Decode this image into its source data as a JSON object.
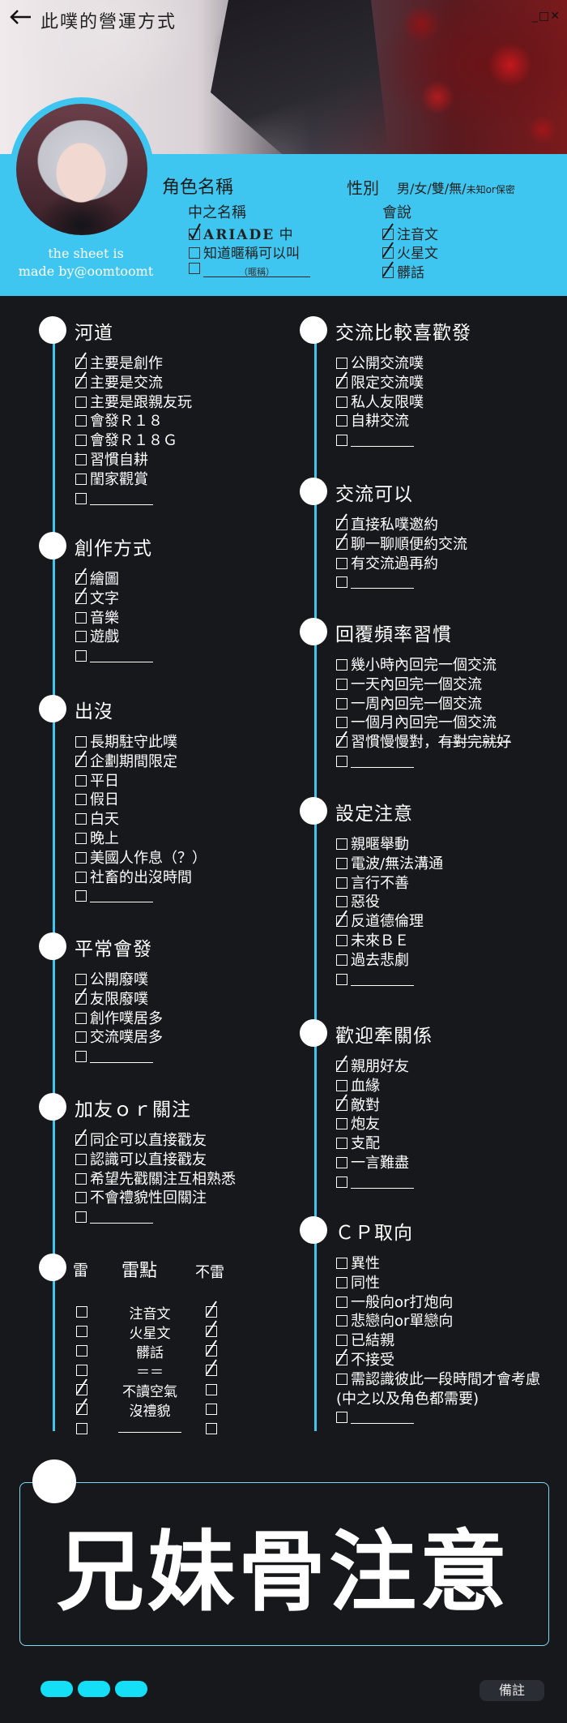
{
  "header": {
    "title": "此噗的營運方式",
    "window_controls": "_□✕"
  },
  "profile": {
    "made_by": [
      "the sheet is",
      "made by@oomtoomt"
    ],
    "char_name_label": "角色名稱",
    "gender_label": "性別",
    "gender_options": "男/女/雙/無/",
    "gender_extra": "未知or保密",
    "zhongzhi_label": "中之名稱",
    "zhongzhi_items": [
      {
        "text": "ARIADE",
        "suffix": "中",
        "checked": true
      },
      {
        "text": "知道暱稱可以叫",
        "checked": false
      },
      {
        "text": "（暱稱）",
        "checked": false
      }
    ],
    "speak_label": "會說",
    "speak_items": [
      {
        "text": "注音文",
        "checked": true
      },
      {
        "text": "火星文",
        "checked": true
      },
      {
        "text": "髒話",
        "checked": true
      }
    ]
  },
  "left_sections": [
    {
      "title": "河道",
      "items": [
        {
          "text": "主要是創作",
          "checked": true
        },
        {
          "text": "主要是交流",
          "checked": true
        },
        {
          "text": "主要是跟親友玩",
          "checked": false
        },
        {
          "text": "會發Ｒ１８",
          "checked": false
        },
        {
          "text": "會發Ｒ１８Ｇ",
          "checked": false
        },
        {
          "text": "習慣自耕",
          "checked": false
        },
        {
          "text": "閨家觀賞",
          "checked": false
        },
        {
          "text": "",
          "checked": false,
          "blank": true
        }
      ]
    },
    {
      "title": "創作方式",
      "items": [
        {
          "text": "繪圖",
          "checked": true
        },
        {
          "text": "文字",
          "checked": true
        },
        {
          "text": "音樂",
          "checked": false
        },
        {
          "text": "遊戲",
          "checked": false
        },
        {
          "text": "",
          "checked": false,
          "blank": true
        }
      ]
    },
    {
      "title": "出沒",
      "items": [
        {
          "text": "長期駐守此噗",
          "checked": false
        },
        {
          "text": "企劃期間限定",
          "checked": true
        },
        {
          "text": "平日",
          "checked": false
        },
        {
          "text": "假日",
          "checked": false
        },
        {
          "text": "白天",
          "checked": false
        },
        {
          "text": "晚上",
          "checked": false
        },
        {
          "text": "美國人作息（？）",
          "checked": false
        },
        {
          "text": "社畜的出沒時間",
          "checked": false
        },
        {
          "text": "",
          "checked": false,
          "blank": true
        }
      ]
    },
    {
      "title": "平常會發",
      "items": [
        {
          "text": "公開廢噗",
          "checked": false
        },
        {
          "text": "友限廢噗",
          "checked": true
        },
        {
          "text": "創作噗居多",
          "checked": false
        },
        {
          "text": "交流噗居多",
          "checked": false
        },
        {
          "text": "",
          "checked": false,
          "blank": true
        }
      ]
    },
    {
      "title": "加友ｏｒ關注",
      "items": [
        {
          "text": "同企可以直接戳友",
          "checked": true
        },
        {
          "text": "認識可以直接戳友",
          "checked": false
        },
        {
          "text": "希望先戳關注互相熟悉",
          "checked": false
        },
        {
          "text": "不會禮貌性回關注",
          "checked": false
        },
        {
          "text": "",
          "checked": false,
          "blank": true
        }
      ]
    }
  ],
  "right_sections": [
    {
      "title": "交流比較喜歡發",
      "items": [
        {
          "text": "公開交流噗",
          "checked": false
        },
        {
          "text": "限定交流噗",
          "checked": true
        },
        {
          "text": "私人友限噗",
          "checked": false
        },
        {
          "text": "自耕交流",
          "checked": false
        },
        {
          "text": "",
          "checked": false,
          "blank": true
        }
      ]
    },
    {
      "title": "交流可以",
      "items": [
        {
          "text": "直接私噗邀約",
          "checked": true
        },
        {
          "text": "聊一聊順便約交流",
          "checked": true
        },
        {
          "text": "有交流過再約",
          "checked": false
        },
        {
          "text": "",
          "checked": false,
          "blank": true
        }
      ]
    },
    {
      "title": "回覆頻率習慣",
      "items": [
        {
          "text": "幾小時內回完一個交流",
          "checked": false
        },
        {
          "text": "一天內回完一個交流",
          "checked": false
        },
        {
          "text": "一周內回完一個交流",
          "checked": false
        },
        {
          "text": "一個月內回完一個交流",
          "checked": false
        },
        {
          "text": "習慣慢慢對，",
          "checked": true,
          "struck": "有對完就好"
        },
        {
          "text": "",
          "checked": false,
          "blank": true
        }
      ]
    },
    {
      "title": "設定注意",
      "items": [
        {
          "text": "親暱舉動",
          "checked": false
        },
        {
          "text": "電波/無法溝通",
          "checked": false
        },
        {
          "text": "言行不善",
          "checked": false
        },
        {
          "text": "惡役",
          "checked": false
        },
        {
          "text": "反道德倫理",
          "checked": true
        },
        {
          "text": "未來ＢＥ",
          "checked": false
        },
        {
          "text": "過去悲劇",
          "checked": false
        },
        {
          "text": "",
          "checked": false,
          "blank": true
        }
      ]
    },
    {
      "title": "歡迎牽關係",
      "items": [
        {
          "text": "親朋好友",
          "checked": true
        },
        {
          "text": "血緣",
          "checked": false
        },
        {
          "text": "敵對",
          "checked": true
        },
        {
          "text": "炮友",
          "checked": false
        },
        {
          "text": "支配",
          "checked": false
        },
        {
          "text": "一言難盡",
          "checked": false
        },
        {
          "text": "",
          "checked": false,
          "blank": true
        }
      ]
    },
    {
      "title": "ＣＰ取向",
      "items": [
        {
          "text": "異性",
          "checked": false
        },
        {
          "text": "同性",
          "checked": false
        },
        {
          "text": "一般向or打炮向",
          "checked": false
        },
        {
          "text": "悲戀向or單戀向",
          "checked": false
        },
        {
          "text": "已結親",
          "checked": false
        },
        {
          "text": "不接受",
          "checked": true
        },
        {
          "text": "需認識彼此一段時間才會考慮",
          "checked": false
        },
        {
          "text": "(中之以及角色都需要)",
          "checked": false,
          "nobox": true
        },
        {
          "text": "",
          "checked": false,
          "blank": true
        }
      ]
    }
  ],
  "lei": {
    "title": "雷",
    "middle_label": "雷點",
    "right_label": "不雷",
    "rows": [
      {
        "text": "注音文",
        "lei": false,
        "bulei": true
      },
      {
        "text": "火星文",
        "lei": false,
        "bulei": true
      },
      {
        "text": "髒話",
        "lei": false,
        "bulei": true
      },
      {
        "text": "＝＝",
        "lei": false,
        "bulei": true
      },
      {
        "text": "不讀空氣",
        "lei": true,
        "bulei": false
      },
      {
        "text": "沒禮貌",
        "lei": true,
        "bulei": false
      },
      {
        "text": "",
        "lei": false,
        "bulei": false,
        "blank": true
      }
    ]
  },
  "notes": {
    "big_text": "兄妹骨注意",
    "remark_tab": "備註"
  },
  "colors": {
    "accent": "#3ec6f0",
    "background": "#17181b",
    "pill": "#15dff6"
  }
}
